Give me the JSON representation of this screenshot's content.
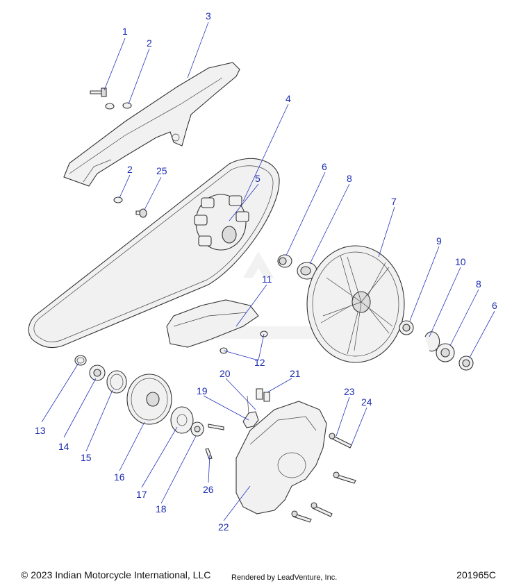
{
  "callouts": {
    "c1": "1",
    "c2a": "2",
    "c3": "3",
    "c4": "4",
    "c2b": "2",
    "c25": "25",
    "c5": "5",
    "c6a": "6",
    "c8a": "8",
    "c7": "7",
    "c9": "9",
    "c10": "10",
    "c8b": "8",
    "c6b": "6",
    "c11": "11",
    "c12": "12",
    "c20": "20",
    "c21": "21",
    "c19": "19",
    "c23": "23",
    "c24": "24",
    "c13": "13",
    "c14": "14",
    "c15": "15",
    "c16": "16",
    "c17": "17",
    "c18": "18",
    "c26": "26",
    "c22": "22"
  },
  "footer": {
    "copyright": "© 2023 Indian Motorcycle International, LLC",
    "rendered_by": "Rendered by LeadVenture, Inc.",
    "diagram_id": "201965C"
  },
  "colors": {
    "callout": "#1a2bb0",
    "leader": "#2233bb",
    "line": "#333333"
  }
}
